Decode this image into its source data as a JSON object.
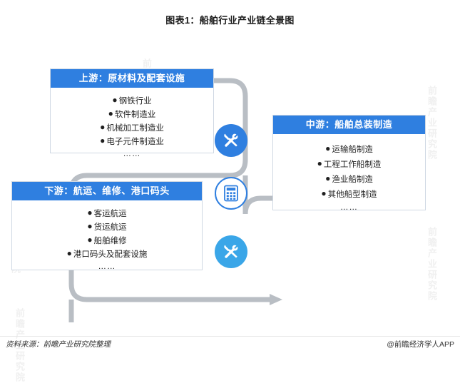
{
  "title": "图表1：船舶行业产业链全景图",
  "colors": {
    "header_blue": "#2f7fe0",
    "node_blue": "#2f7fe0",
    "node_cyan": "#3aa6e8",
    "pipe_gray": "#b9bec4",
    "box_border": "#cfd8e3"
  },
  "boxes": {
    "upstream": {
      "header": "上游：原材料及配套设施",
      "items": [
        "钢铁行业",
        "软件制造业",
        "机械加工制造业",
        "电子元件制造业"
      ],
      "ellipsis": "……"
    },
    "midstream": {
      "header": "中游：船舶总装制造",
      "items": [
        "运输船制造",
        "工程工作船制造",
        "渔业船制造",
        "其他船型制造"
      ],
      "ellipsis": "……"
    },
    "downstream": {
      "header": "下游：航运、维修、港口码头",
      "items": [
        "客运航运",
        "货运航运",
        "船舶维修",
        "港口码头及配套设施"
      ],
      "ellipsis": "……"
    }
  },
  "nodes": [
    {
      "name": "tools-node",
      "icon": "wrench-screwdriver-icon"
    },
    {
      "name": "calculator-node",
      "icon": "calculator-icon"
    },
    {
      "name": "repair-node",
      "icon": "wrench-screwdriver-icon"
    }
  ],
  "footer": {
    "source": "资料来源：前瞻产业研究院整理",
    "credit": "@前瞻经济学人APP"
  },
  "watermarks": [
    "前瞻产业研究院",
    "前瞻产业研究院",
    "前瞻产业研究院",
    "前瞻产业研究院",
    "前瞻产业研究院"
  ]
}
